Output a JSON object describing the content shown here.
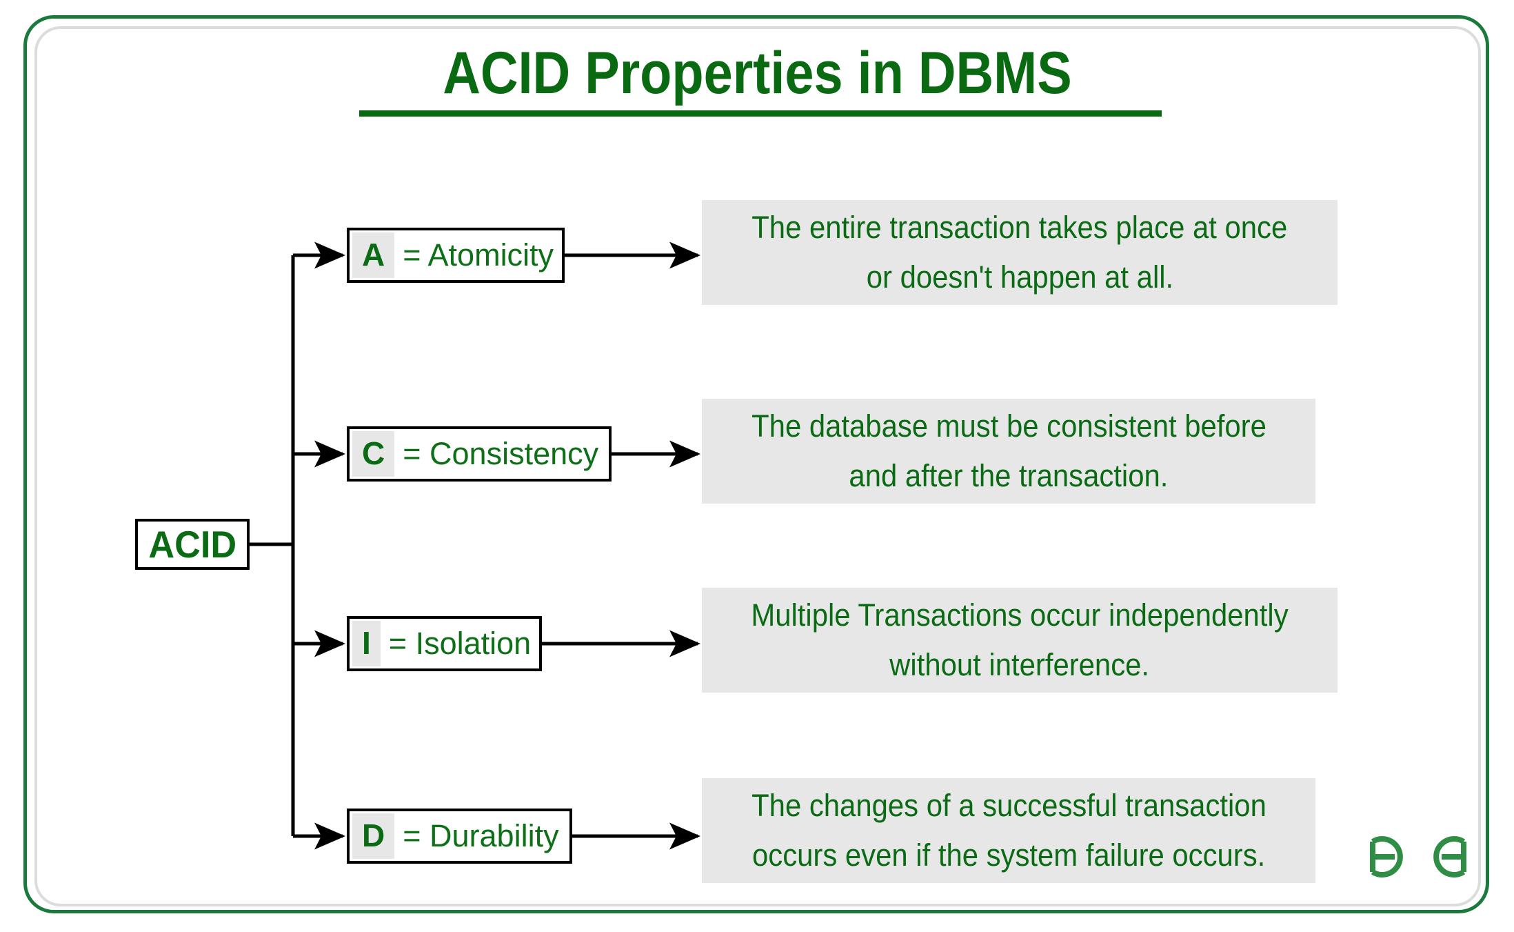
{
  "page": {
    "title": "ACID Properties in DBMS",
    "accent_green": "#096a12",
    "text_green": "#0b6b14",
    "highlight_gray": "#e7e7e7",
    "frame_green": "#1a7a3c",
    "frame_gray": "#dcdcdc",
    "logo_green": "#2f8d46"
  },
  "diagram": {
    "type": "tree",
    "root": {
      "label": "ACID"
    },
    "branches": [
      {
        "letter": "A",
        "rest": "= Atomicity",
        "description_lines": [
          "The entire transaction takes place at once",
          "or doesn't happen at all."
        ]
      },
      {
        "letter": "C",
        "rest": "= Consistency",
        "description_lines": [
          "The database must be consistent before",
          "and after the transaction."
        ]
      },
      {
        "letter": "I",
        "rest": "= Isolation",
        "description_lines": [
          "Multiple Transactions occur independently",
          "without interference."
        ]
      },
      {
        "letter": "D",
        "rest": "= Durability",
        "description_lines": [
          "The changes of a successful transaction",
          "occurs even if the system failure occurs."
        ]
      }
    ]
  },
  "logo": {
    "name": "geeksforgeeks-logo",
    "text": "GG"
  }
}
